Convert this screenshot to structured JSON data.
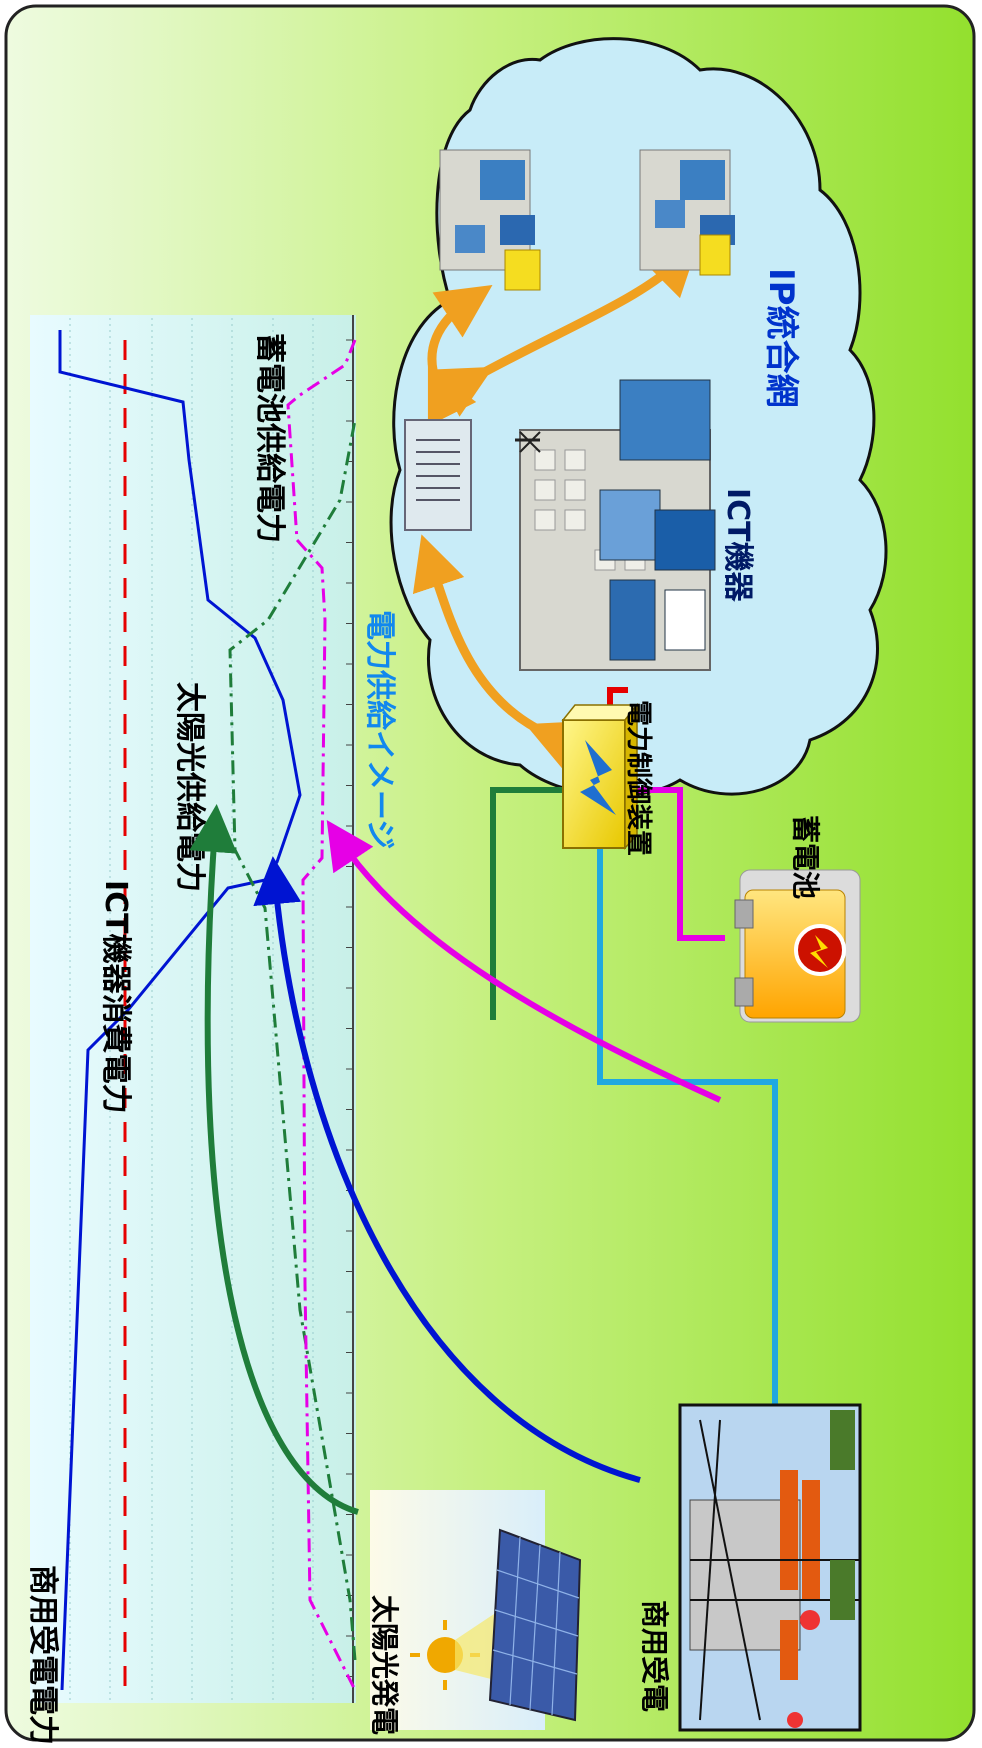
{
  "colors": {
    "frame_gradient": [
      "#f4ffe6",
      "#9be63a"
    ],
    "ict_consumption": "#e60000",
    "commercial_power": "#0014d2",
    "solar_power": "#1f7d3a",
    "battery_power": "#e600e6",
    "commercial_line": "#20a8e0",
    "control_red_line": "#e60000",
    "ip_arrows": "#f0a020",
    "ip_network_label": "#0033cc",
    "image_title_label": "#1188ee",
    "ict_label": "#001a66"
  },
  "labels": {
    "commercial_receive_power": "商用受電電力",
    "ict_consumption_power": "ICT機器消費電力",
    "solar_supply_power": "太陽光供給電力",
    "battery_supply_power": "蓄電池供給電力",
    "power_supply_image": "電力供給イメージ",
    "ip_network": "IP統合網",
    "ict_equipment": "ICT機器",
    "power_control_device": "電力制御装置",
    "battery": "蓄電池",
    "solar_generation": "太陽光発電",
    "commercial_receive": "商用受電"
  },
  "icons": {
    "solar_panel": "solar-panel-icon",
    "power_plant": "power-plant-icon",
    "battery": "battery-icon",
    "controller": "power-controller-icon",
    "router": "router-icon",
    "building": "building-icon",
    "cloud": "cloud-icon"
  }
}
